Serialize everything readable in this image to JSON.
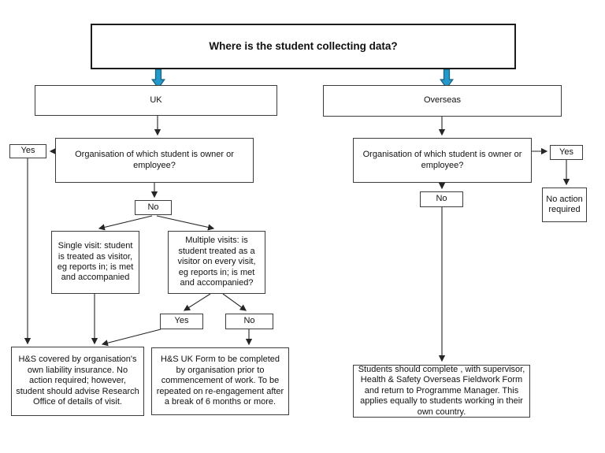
{
  "diagram": {
    "title": "Where is the student collecting data?",
    "nodes": {
      "title_box": "Where is the student collecting data?",
      "uk": "UK",
      "overseas": "Overseas",
      "uk_question": "Organisation of which student is owner or employee?",
      "uk_yes": "Yes",
      "uk_no": "No",
      "single_visit": "Single visit: student is treated as visitor, eg reports in; is met and accompanied",
      "multiple_visits": "Multiple visits: is student treated as a visitor on every visit, eg reports in; is met and accompanied?",
      "multi_yes": "Yes",
      "multi_no": "No",
      "hs_covered": "H&S covered by organisation's own liability insurance. No action required; however, student should advise Research Office of details of visit.",
      "hs_uk_form": "H&S UK Form  to be completed by organisation prior to commencement of work.  To be repeated on re-engagement after a break of 6 months or more.",
      "ovs_question": "Organisation of which student is owner or employee?",
      "ovs_yes": "Yes",
      "ovs_no": "No",
      "no_action_required": "No action required",
      "students": "Students should complete , with supervisor, Health & Safety Overseas Fieldwork Form and return to Programme Manager.  This applies equally to students working in their own country."
    },
    "colors": {
      "blue_arrow_fill": "#2598c9",
      "blue_arrow_border": "#15607e",
      "line": "#262626",
      "box_border": "#3c3c3c",
      "background": "#ffffff"
    }
  }
}
